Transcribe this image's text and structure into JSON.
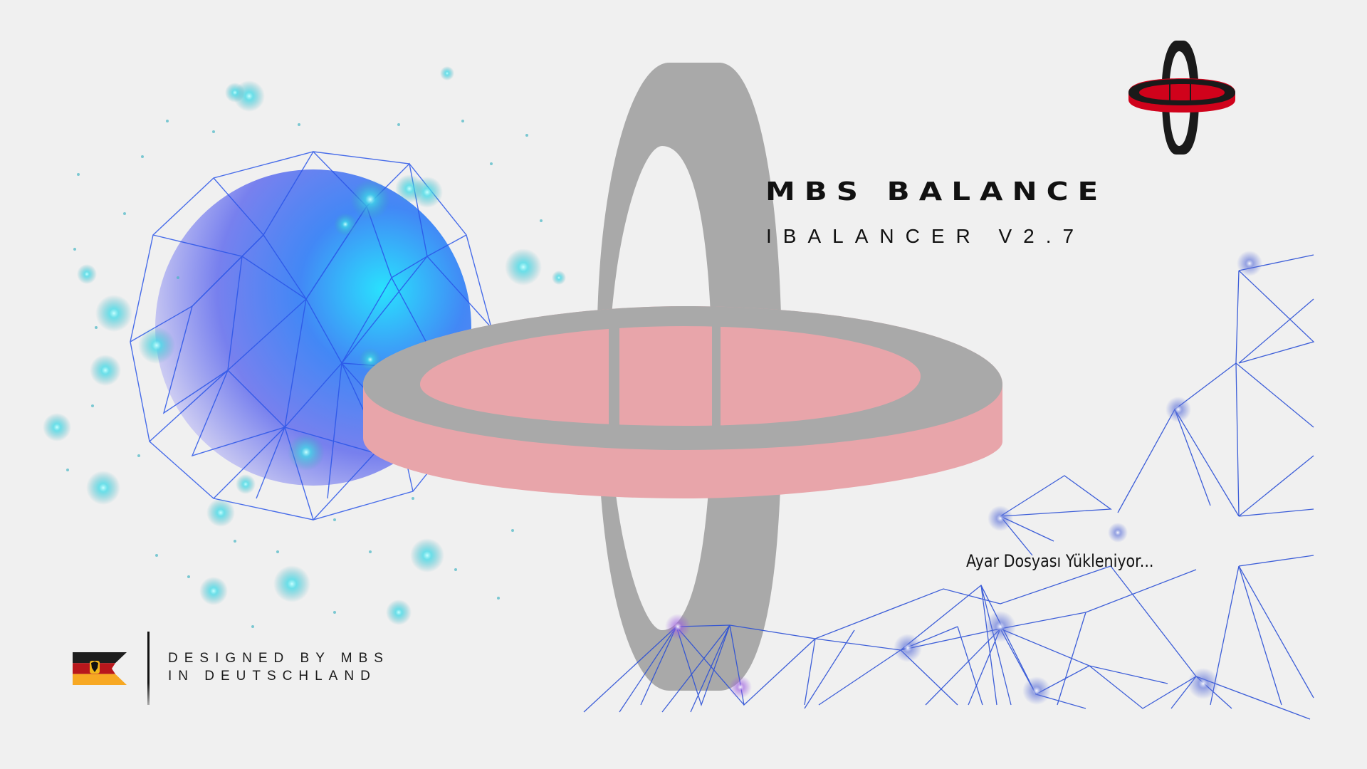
{
  "splash": {
    "brand_title": "MBS BALANCE",
    "product_subtitle": "IBALANCER V2.7",
    "status_message": "Ayar Dosyası Yükleniyor...",
    "footer": {
      "line1": "DESIGNED BY MBS",
      "line2": "IN DEUTSCHLAND"
    },
    "icons": {
      "logo": "gyroscope-balance-logo-icon",
      "flag": "german-flag-icon",
      "globe": "network-globe-graphic",
      "wireframe": "network-mesh-graphic"
    },
    "colors": {
      "background": "#f0f0f0",
      "ring_gray": "#a9a9a9",
      "ring_pink": "#e8a5aa",
      "logo_black": "#1a1a1a",
      "logo_red": "#d0021b",
      "globe_blue": "#2b5cf0",
      "globe_cyan": "#18d6f0",
      "mesh_blue": "#2a4fd6"
    }
  }
}
